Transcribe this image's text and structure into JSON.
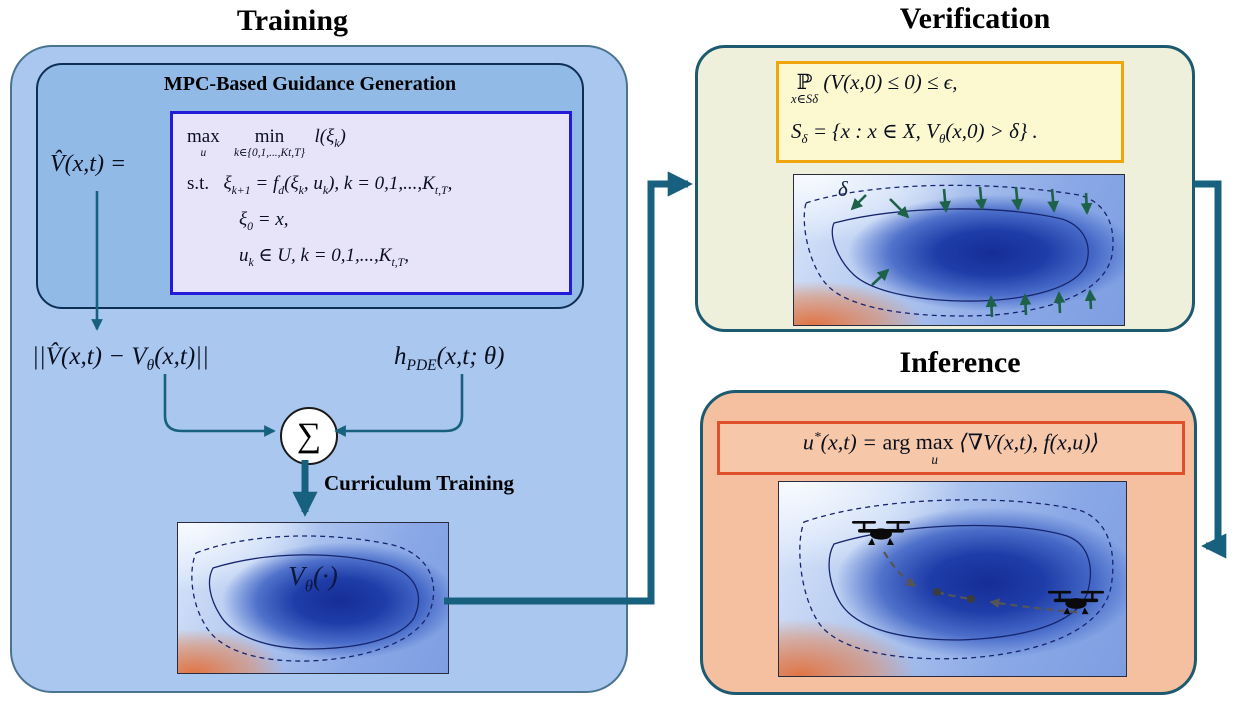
{
  "training": {
    "title": "Training",
    "mpc": {
      "title": "MPC-Based Guidance Generation",
      "vhat": [
        [
          "n",
          "V̂(x,t) ="
        ]
      ],
      "math1": [
        [
          "st",
          "max",
          "u"
        ],
        [
          "n",
          "   "
        ],
        [
          "st",
          "min",
          "k∈{0,1,...,Kt,T}"
        ],
        [
          "n",
          "  l(ξ"
        ],
        [
          "s",
          "k"
        ],
        [
          "n",
          ")"
        ]
      ],
      "math2": [
        [
          "r",
          "s.t.   "
        ],
        [
          "n",
          "ξ"
        ],
        [
          "s",
          "k+1"
        ],
        [
          "n",
          " = f"
        ],
        [
          "s",
          "d"
        ],
        [
          "n",
          "(ξ"
        ],
        [
          "s",
          "k"
        ],
        [
          "n",
          ", u"
        ],
        [
          "s",
          "k"
        ],
        [
          "n",
          "), k = 0,1,...,K"
        ],
        [
          "s",
          "t,T"
        ],
        [
          "n",
          ","
        ]
      ],
      "math3": [
        [
          "n",
          "ξ"
        ],
        [
          "s",
          "0"
        ],
        [
          "n",
          " = x,"
        ]
      ],
      "math4": [
        [
          "n",
          "u"
        ],
        [
          "s",
          "k"
        ],
        [
          "n",
          " ∈ U, k = 0,1,...,K"
        ],
        [
          "s",
          "t,T"
        ],
        [
          "n",
          ","
        ]
      ]
    },
    "loss_left": [
      [
        "n",
        "||V̂(x,t) − V"
      ],
      [
        "s",
        "θ"
      ],
      [
        "n",
        "(x,t)||"
      ]
    ],
    "loss_right": [
      [
        "n",
        "h"
      ],
      [
        "s",
        "PDE"
      ],
      [
        "n",
        "(x,t; θ)"
      ]
    ],
    "sum_symbol": "∑",
    "curriculum_label": "Curriculum Training",
    "vtheta_label": [
      [
        "n",
        "V"
      ],
      [
        "s",
        "θ"
      ],
      [
        "n",
        "(·)"
      ]
    ]
  },
  "verification": {
    "title": "Verification",
    "math1": [
      [
        "st",
        "ℙ",
        "x∈Sδ"
      ],
      [
        "n",
        " (V(x,0) ≤ 0) ≤ ϵ,"
      ]
    ],
    "math2": [
      [
        "n",
        "S"
      ],
      [
        "s",
        "δ"
      ],
      [
        "n",
        " = {x : x ∈ X, V"
      ],
      [
        "s",
        "θ"
      ],
      [
        "n",
        "(x,0) > δ} ."
      ]
    ],
    "delta_label": "δ"
  },
  "inference": {
    "title": "Inference",
    "math": [
      [
        "n",
        "u"
      ],
      [
        "p",
        "*"
      ],
      [
        "n",
        "(x,t) = "
      ],
      [
        "r",
        "arg"
      ],
      [
        "n",
        " "
      ],
      [
        "st",
        "max",
        "u"
      ],
      [
        "n",
        " ⟨∇V(x,t), f(x,u)⟩"
      ]
    ]
  },
  "colors": {
    "training-bg": "#aac7f0",
    "training-border": "#4b7490",
    "mpc-bg": "#92bae7",
    "mpc-border": "#0e2f55",
    "mpc-math-bg": "#e7e4f9",
    "mpc-math-border": "#231bd8",
    "ver-bg": "#eef0db",
    "ver-border": "#1d5a70",
    "ver-math-bg": "#fcf9d0",
    "ver-math-border": "#f1a50d",
    "inf-bg": "#f5c0a0",
    "inf-math-bg": "#f6c8a9",
    "inf-math-border": "#e0512b",
    "flow-arrow": "#17617f",
    "field-arrow": "#1d6148",
    "trajectory": "#555555",
    "contour": "#16256e"
  }
}
